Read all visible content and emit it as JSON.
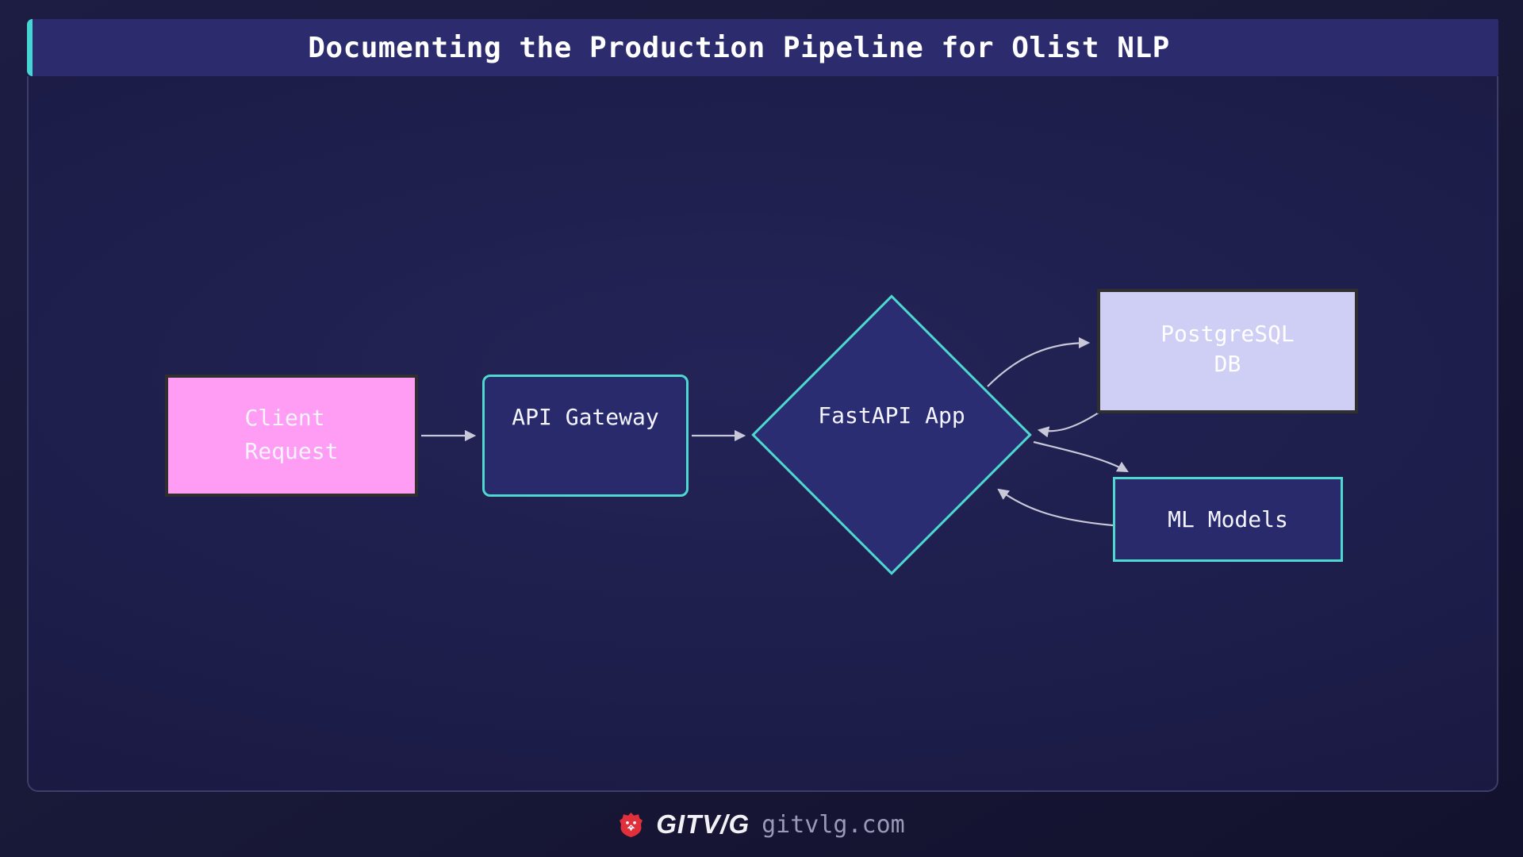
{
  "title": "Documenting the Production Pipeline for Olist NLP",
  "diagram": {
    "type": "flowchart",
    "nodes": {
      "client": {
        "line1": "Client",
        "line2": "Request",
        "shape": "rect",
        "fill": "#ff9cf3"
      },
      "gateway": {
        "label": "API Gateway",
        "shape": "rounded-rect",
        "fill": "#292a6c"
      },
      "fastapi": {
        "label": "FastAPI App",
        "shape": "diamond",
        "fill": "#2b2d72"
      },
      "postgres": {
        "line1": "PostgreSQL",
        "line2": "DB",
        "shape": "rect",
        "fill": "#cfcff5"
      },
      "ml": {
        "label": "ML Models",
        "shape": "rect",
        "fill": "#292a6c"
      }
    },
    "edges": [
      {
        "from": "client",
        "to": "gateway"
      },
      {
        "from": "gateway",
        "to": "fastapi"
      },
      {
        "from": "fastapi",
        "to": "postgres"
      },
      {
        "from": "postgres",
        "to": "fastapi"
      },
      {
        "from": "fastapi",
        "to": "ml"
      },
      {
        "from": "ml",
        "to": "fastapi"
      }
    ]
  },
  "footer": {
    "logo": "lion-icon",
    "brand": "GITV/G",
    "domain": "gitvlg.com"
  },
  "colors": {
    "accent_cyan": "#45d5d2",
    "node_border_cyan": "#4ed8d0",
    "client_pink": "#ff9cf3",
    "postgres_lavender": "#cfcff5",
    "node_indigo": "#292a6c",
    "title_bar": "#2b2b6e",
    "arrow_gray": "#c8c8d8",
    "logo_red": "#e0303c"
  }
}
